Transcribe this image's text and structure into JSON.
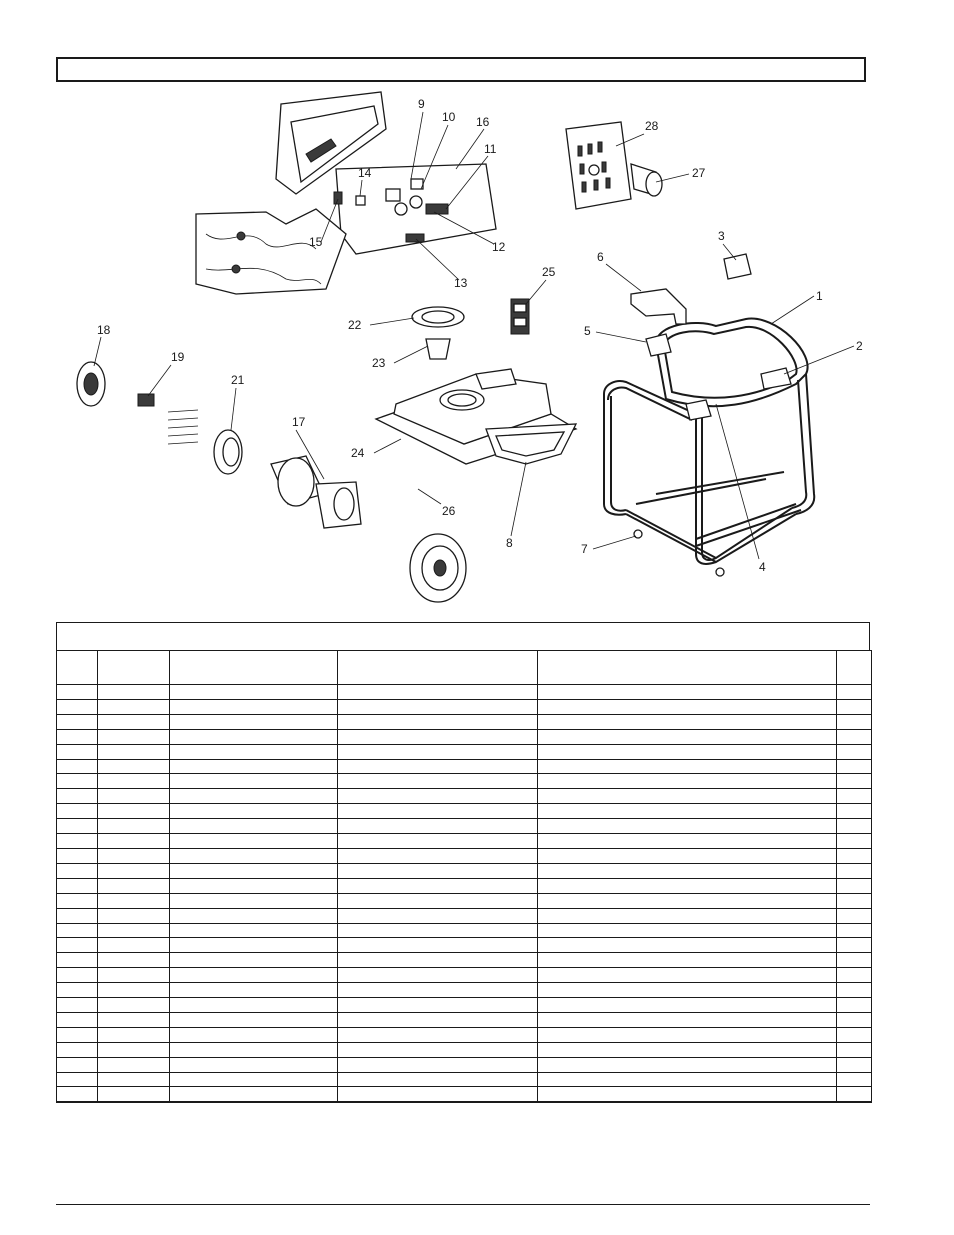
{
  "diagram": {
    "callouts": [
      "1",
      "2",
      "3",
      "4",
      "5",
      "6",
      "7",
      "8",
      "9",
      "10",
      "11",
      "12",
      "13",
      "14",
      "15",
      "16",
      "17",
      "18",
      "19",
      "21",
      "22",
      "23",
      "24",
      "25",
      "26",
      "27",
      "28"
    ]
  },
  "table": {
    "column_count": 6,
    "row_count": 28
  }
}
